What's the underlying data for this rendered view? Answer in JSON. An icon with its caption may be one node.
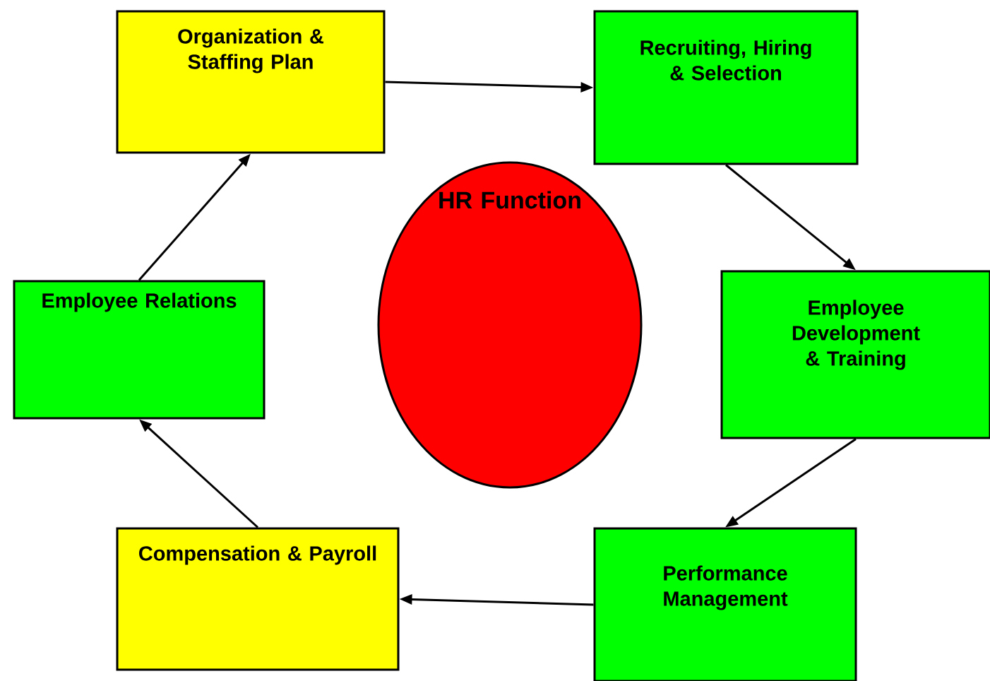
{
  "diagram": {
    "nodes": [
      {
        "text": [
          "Organization & Staffing Plan"
        ]
      },
      {
        "text": [
          "Recruiting, Hiring & Selection"
        ]
      },
      {
        "text": [
          "HR Function"
        ]
      },
      {
        "text": [
          "Employee Development & Training"
        ]
      },
      {
        "text": [
          "Performance Management"
        ]
      },
      {
        "text": [
          "Compensation & Payroll"
        ]
      },
      {
        "text": [
          "Employee Relations"
        ]
      }
    ],
    "edges": [
      {
        "from": 0,
        "to": 1,
        "arrow": "to"
      },
      {
        "from": 1,
        "to": 3,
        "arrow": "to"
      },
      {
        "from": 3,
        "to": 4,
        "arrow": "to"
      },
      {
        "from": 4,
        "to": 5,
        "arrow": "to"
      },
      {
        "from": 5,
        "to": 6,
        "arrow": "to"
      },
      {
        "from": 6,
        "to": 0,
        "arrow": "to"
      }
    ]
  }
}
